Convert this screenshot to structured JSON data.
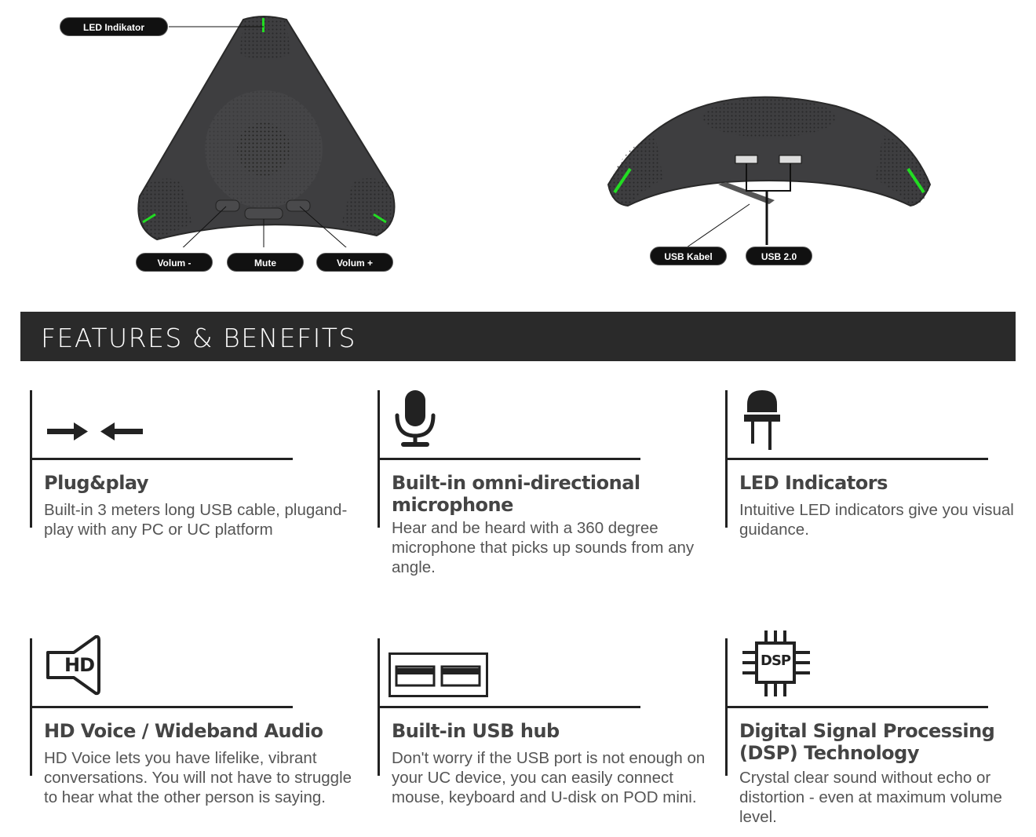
{
  "product_labels": {
    "led": "LED Indikator",
    "volume_down": "Volum -",
    "mute": "Mute",
    "volume_up": "Volum +",
    "usb_cable": "USB Kabel",
    "usb_port": "USB 2.0"
  },
  "section_title": "FEATURES & BENEFITS",
  "features": [
    {
      "icon": "arrows-converge-icon",
      "title": "Plug&play",
      "body": "Built-in 3 meters long USB cable, plugand-play with any PC or UC platform"
    },
    {
      "icon": "microphone-icon",
      "title": "Built-in omni-directional microphone",
      "body": "Hear and be heard with a 360 degree microphone that picks up sounds from any angle."
    },
    {
      "icon": "led-icon",
      "title": "LED Indicators",
      "body": "Intuitive LED indicators give you visual guidance."
    },
    {
      "icon": "hd-speaker-icon",
      "title": "HD Voice / Wideband Audio",
      "body": "HD Voice lets you have lifelike, vibrant conversations. You will not have to struggle to hear what the other person is saying."
    },
    {
      "icon": "usb-hub-icon",
      "title": "Built-in USB hub",
      "body": "Don't worry if the USB port is not enough on your UC device, you can easily connect mouse, keyboard and U-disk on POD mini."
    },
    {
      "icon": "dsp-chip-icon",
      "title": "Digital Signal Processing (DSP) Technology",
      "body": "Crystal clear sound without echo or distortion - even at maximum volume level.",
      "icon_text": "DSP"
    }
  ],
  "hd_icon_text": "HD",
  "colors": {
    "led_green": "#22dd22",
    "bar": "#2a2a2a",
    "device": "#3c3c3e"
  }
}
